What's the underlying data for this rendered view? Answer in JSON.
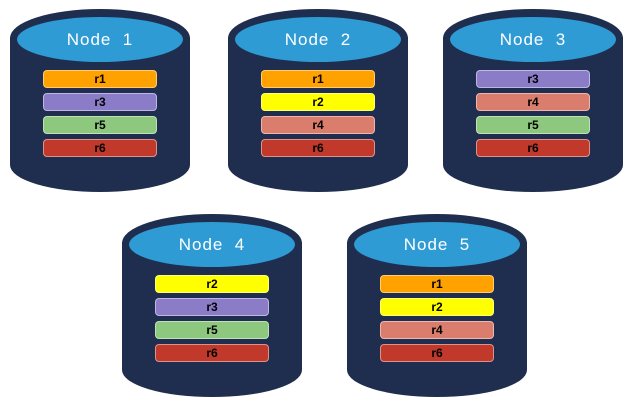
{
  "diagram": {
    "description_colors": {
      "cylinder_body": "#1F2E4E",
      "cylinder_top": "#2E9BD5",
      "node_label_text": "#FFFFFF",
      "replica_label_text": "#000000"
    },
    "replica_colors": {
      "r1": "#FFA200",
      "r2": "#FFFF00",
      "r3": "#8B7CC8",
      "r4": "#DB7D6C",
      "r5": "#8DC87E",
      "r6": "#C0392B"
    },
    "nodes": [
      {
        "label": "Node  1",
        "replicas": [
          "r1",
          "r3",
          "r5",
          "r6"
        ]
      },
      {
        "label": "Node  2",
        "replicas": [
          "r1",
          "r2",
          "r4",
          "r6"
        ]
      },
      {
        "label": "Node  3",
        "replicas": [
          "r3",
          "r4",
          "r5",
          "r6"
        ]
      },
      {
        "label": "Node  4",
        "replicas": [
          "r2",
          "r3",
          "r5",
          "r6"
        ]
      },
      {
        "label": "Node  5",
        "replicas": [
          "r1",
          "r2",
          "r4",
          "r6"
        ]
      }
    ]
  }
}
